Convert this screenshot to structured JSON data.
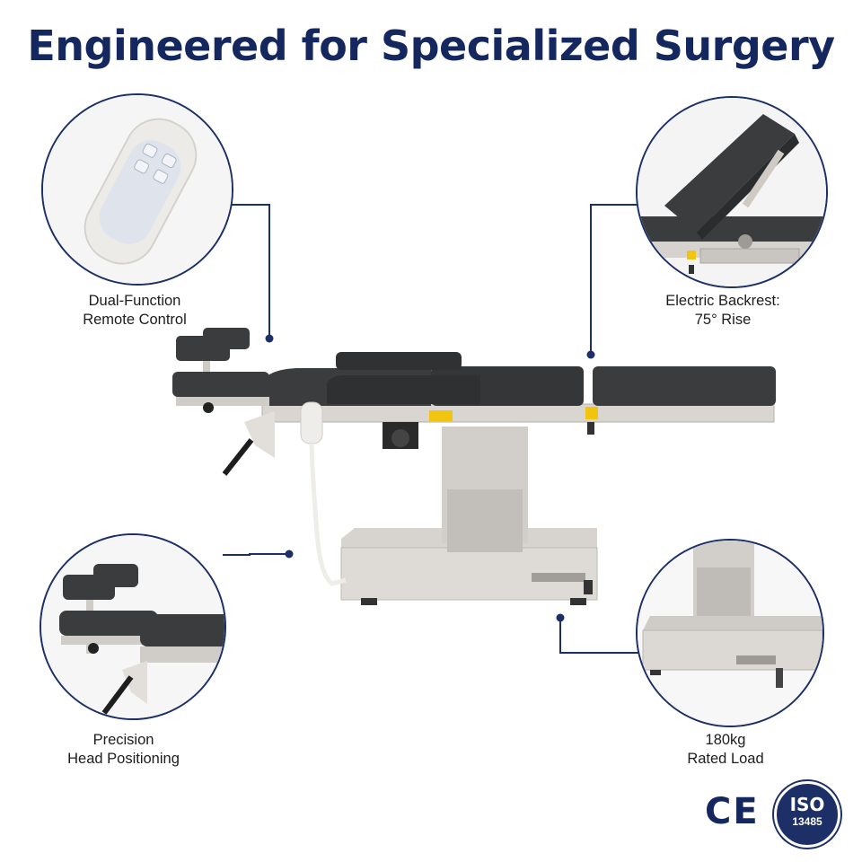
{
  "title": "Engineered for Specialized Surgery",
  "features": [
    {
      "id": "remote",
      "line1": "Dual-Function",
      "line2": "Remote Control"
    },
    {
      "id": "backrest",
      "line1": "Electric Backrest:",
      "line2": "75° Rise"
    },
    {
      "id": "head",
      "line1": "Precision",
      "line2": "Head Positioning"
    },
    {
      "id": "load",
      "line1": "180kg",
      "line2": "Rated Load"
    }
  ],
  "certifications": {
    "ce": "CE",
    "iso_label": "ISO",
    "iso_number": "13485"
  },
  "colors": {
    "title": "#14275e",
    "accent": "#1c2f66",
    "cushion": "#3a3c3e",
    "steel": "#d9d6d2"
  }
}
